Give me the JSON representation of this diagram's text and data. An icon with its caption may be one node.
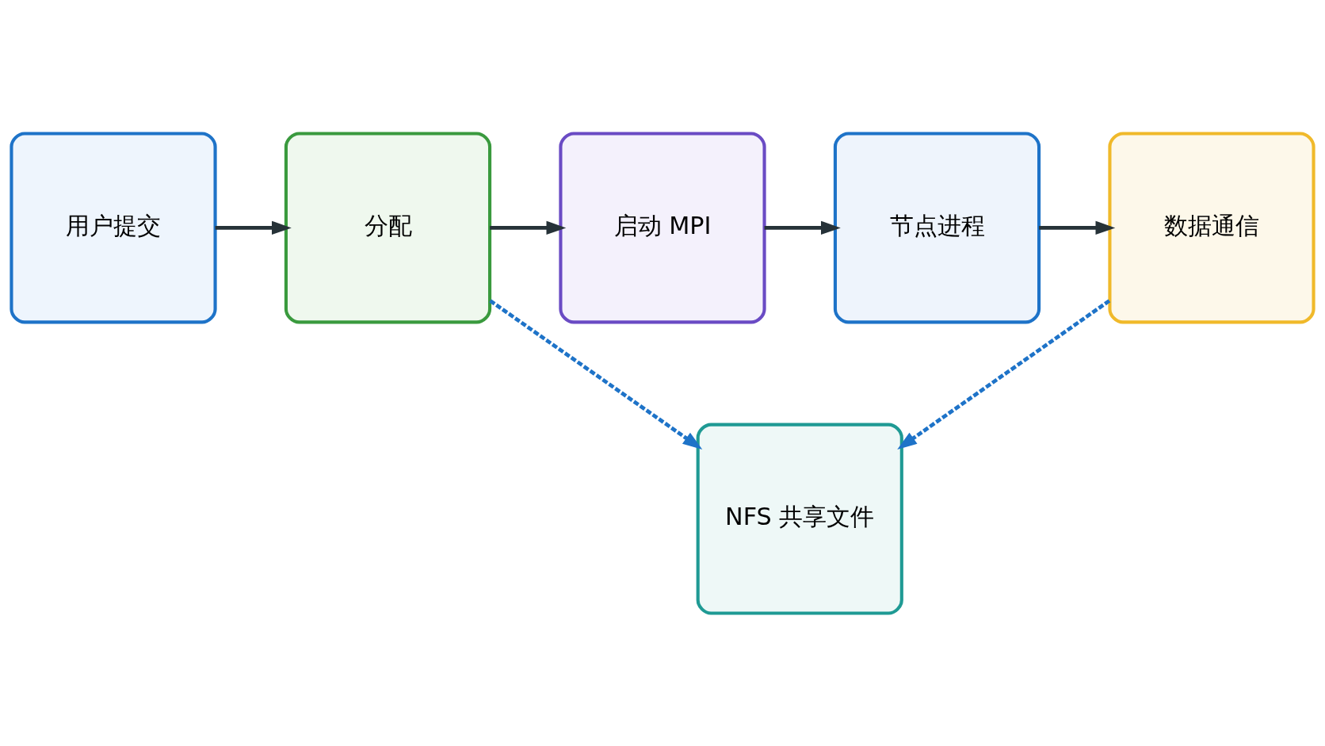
{
  "diagram": {
    "nodes": [
      {
        "text": [
          "用户提交"
        ]
      },
      {
        "text": [
          "分配"
        ]
      },
      {
        "text": [
          "启动 MPI"
        ]
      },
      {
        "text": [
          "节点进程"
        ]
      },
      {
        "text": [
          "数据通信"
        ]
      },
      {
        "text": [
          "NFS 共享文件"
        ]
      }
    ],
    "edges": [
      {
        "from": 0,
        "to": 1,
        "arrow": "to"
      },
      {
        "from": 1,
        "to": 2,
        "arrow": "to"
      },
      {
        "from": 2,
        "to": 3,
        "arrow": "to"
      },
      {
        "from": 3,
        "to": 4,
        "arrow": "to"
      },
      {
        "from": 1,
        "to": 5,
        "arrow": "to",
        "style": "dashed",
        "color": "#1e73c8"
      },
      {
        "from": 4,
        "to": 5,
        "arrow": "to",
        "style": "dashed",
        "color": "#1e73c8"
      }
    ]
  }
}
